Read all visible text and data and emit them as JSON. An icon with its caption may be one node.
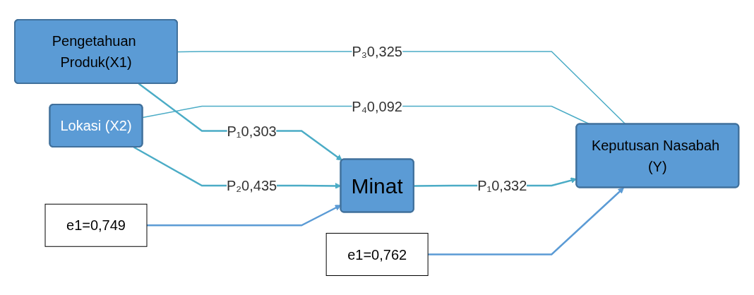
{
  "diagram": {
    "nodes": [
      {
        "text": [
          "Pengetahuan Produk(X1)"
        ]
      },
      {
        "text": [
          "Lokasi (X2)"
        ]
      },
      {
        "text": [
          "Minat"
        ]
      },
      {
        "text": [
          "Keputusan Nasabah (Y)"
        ]
      },
      {
        "text": [
          "e1=0,749"
        ]
      },
      {
        "text": [
          "e1=0,762"
        ]
      }
    ],
    "edges": [
      {
        "from": 0,
        "to": 2,
        "arrow": "to",
        "label": "P₁0,303"
      },
      {
        "from": 1,
        "to": 2,
        "arrow": "to",
        "label": "P₂0,435"
      },
      {
        "from": 0,
        "to": 3,
        "arrow": "none",
        "label": "P₃0,325"
      },
      {
        "from": 1,
        "to": 3,
        "arrow": "none",
        "label": "P₄0,092"
      },
      {
        "from": 2,
        "to": 3,
        "arrow": "to",
        "label": "P₁0,332"
      },
      {
        "from": 4,
        "to": 2,
        "arrow": "to",
        "color": "#5b9bd5"
      },
      {
        "from": 5,
        "to": 3,
        "arrow": "to",
        "color": "#5b9bd5"
      }
    ]
  }
}
